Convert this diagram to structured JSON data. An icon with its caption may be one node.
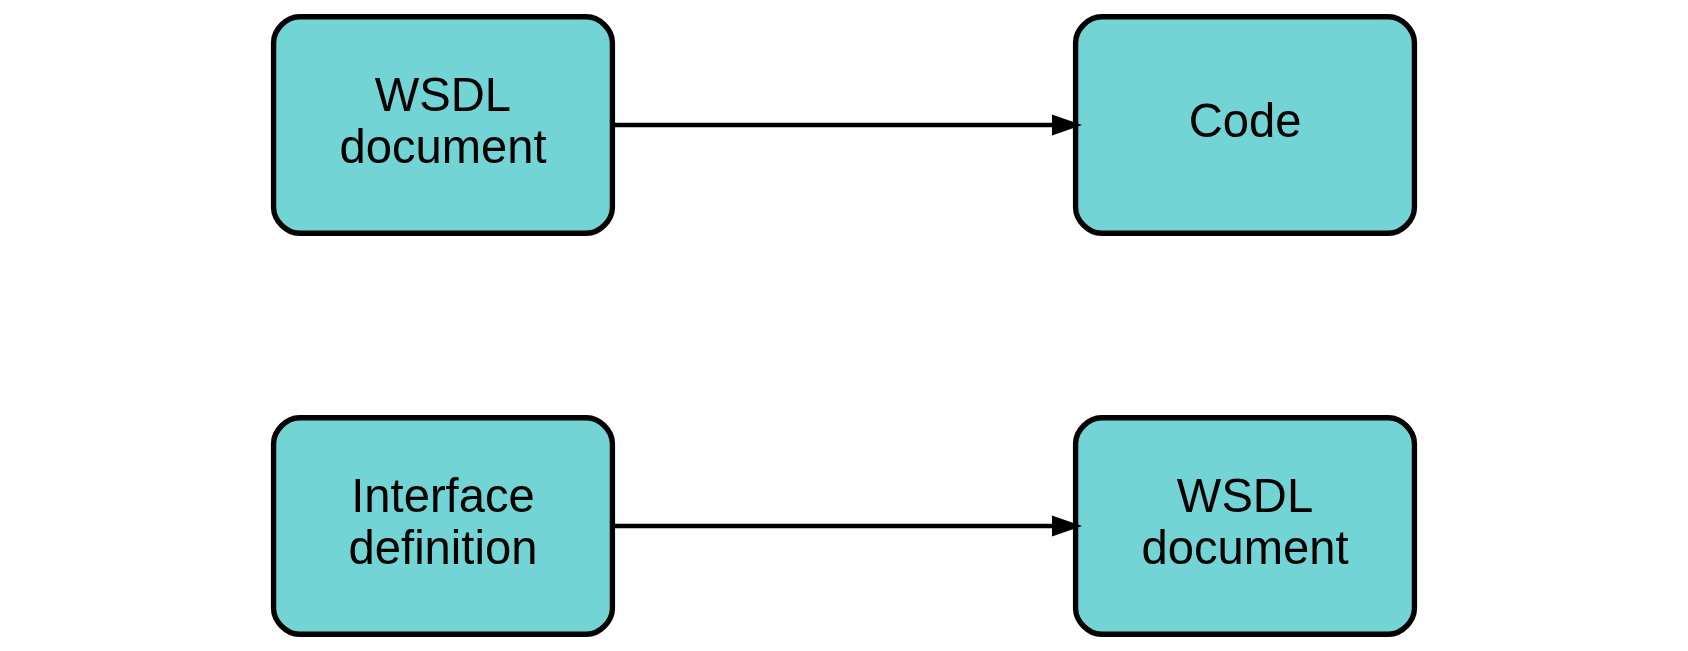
{
  "diagram": {
    "nodes": [
      {
        "text": [
          "Interface definition"
        ]
      },
      {
        "text": [
          "WSDL document"
        ]
      },
      {
        "text": [
          "WSDL document"
        ]
      },
      {
        "text": [
          "Code"
        ]
      }
    ],
    "edges": [
      {
        "from": 0,
        "to": 1,
        "arrow": "to"
      },
      {
        "from": 2,
        "to": 3,
        "arrow": "to"
      }
    ]
  }
}
